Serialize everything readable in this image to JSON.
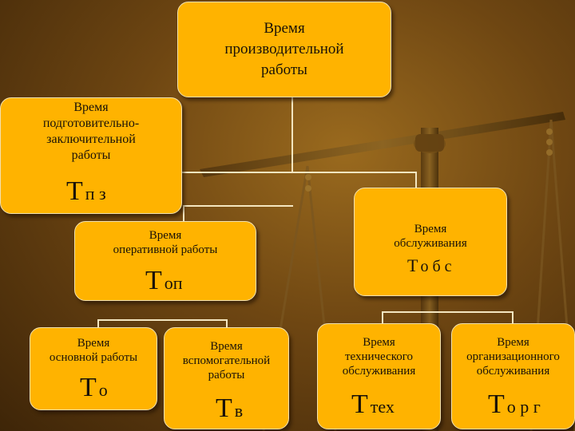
{
  "root": {
    "text": "Время\nпроизводительной\nработы"
  },
  "tpz": {
    "text": "Время\nподготовительно-\nзаключительной\nработы",
    "sym": "Т",
    "sub": "п з"
  },
  "top": {
    "text": "Время\nоперативной работы",
    "sym": "Т",
    "sub": "оп"
  },
  "tobs": {
    "text": "Время\nобслуживания",
    "sym": "Т",
    "sub": "о б с"
  },
  "to": {
    "text": "Время\nосновной работы",
    "sym": "Т",
    "sub": "о"
  },
  "tv": {
    "text": "Время\nвспомогательной\nработы",
    "sym": "Т",
    "sub": "в"
  },
  "ttex": {
    "text": "Время\nтехнического\nобслуживания",
    "sym": "Т",
    "sub": "тех"
  },
  "torg": {
    "text": "Время\nорганизационного\nобслуживания",
    "sym": "Т",
    "sub": "о р г"
  },
  "colors": {
    "box": "#ffb300",
    "background": "#6e4612",
    "connector": "#f4e6c0"
  }
}
